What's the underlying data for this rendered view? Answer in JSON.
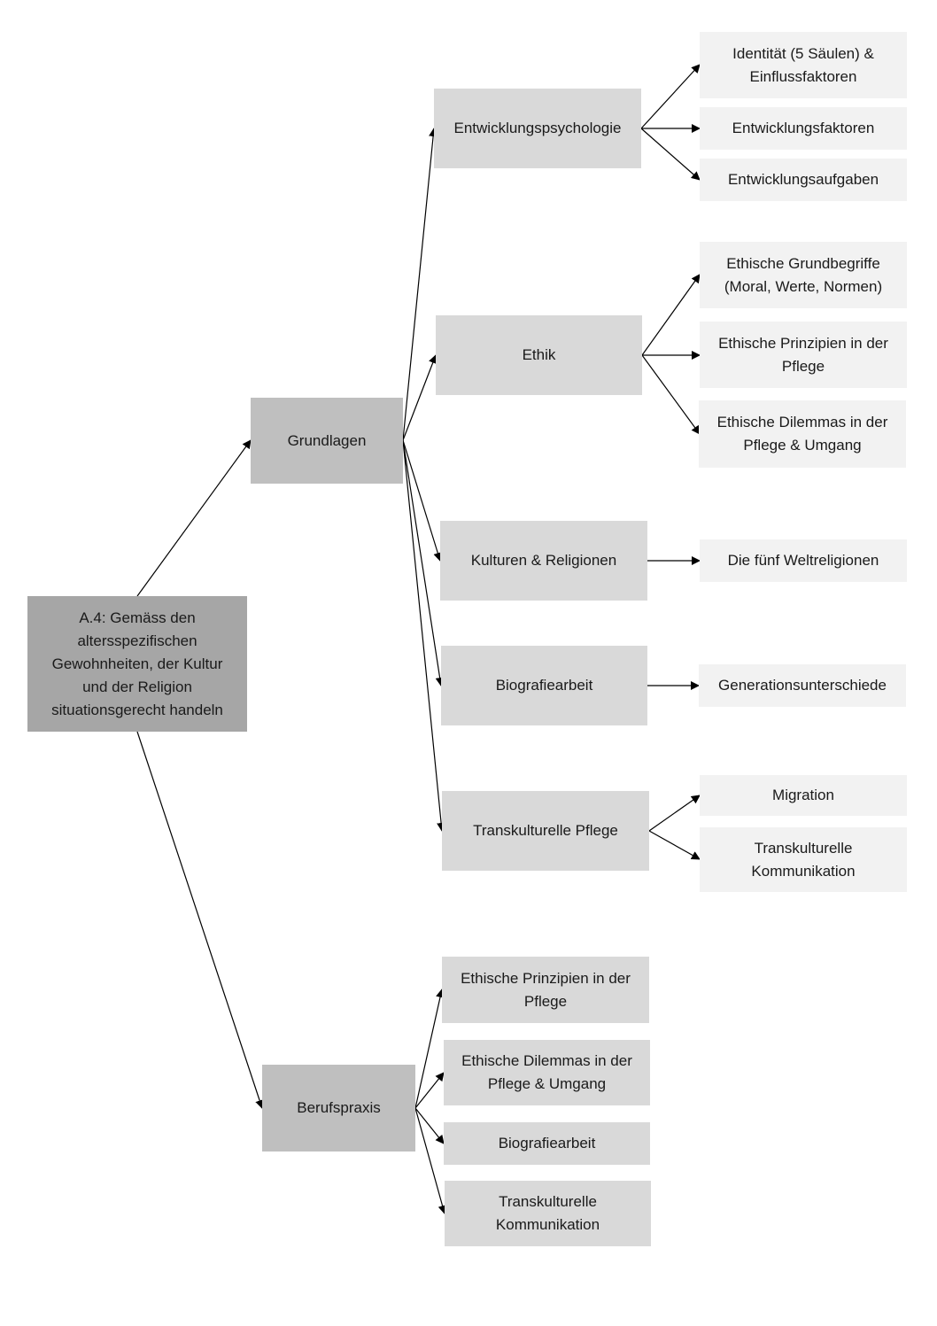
{
  "root": {
    "label": "A.4: Gemäss den\naltersspezifischen\nGewohnheiten, der Kultur\nund der Religion\nsituationsgerecht handeln"
  },
  "grundlagen": {
    "label": "Grundlagen",
    "topics": {
      "entwicklung": {
        "label": "Entwicklungspsychologie",
        "items": [
          "Identität (5 Säulen) &\nEinflussfaktoren",
          "Entwicklungsfaktoren",
          "Entwicklungsaufgaben"
        ]
      },
      "ethik": {
        "label": "Ethik",
        "items": [
          "Ethische Grundbegriffe\n(Moral, Werte, Normen)",
          "Ethische Prinzipien in der\nPflege",
          "Ethische Dilemmas in der\nPflege & Umgang"
        ]
      },
      "kulturen": {
        "label": "Kulturen & Religionen",
        "items": [
          "Die fünf Weltreligionen"
        ]
      },
      "biografie": {
        "label": "Biografiearbeit",
        "items": [
          "Generationsunterschiede"
        ]
      },
      "transkulturell": {
        "label": "Transkulturelle Pflege",
        "items": [
          "Migration",
          "Transkulturelle\nKommunikation"
        ]
      }
    }
  },
  "berufspraxis": {
    "label": "Berufspraxis",
    "items": [
      "Ethische Prinzipien in der\nPflege",
      "Ethische Dilemmas in der\nPflege & Umgang",
      "Biografiearbeit",
      "Transkulturelle\nKommunikation"
    ]
  }
}
